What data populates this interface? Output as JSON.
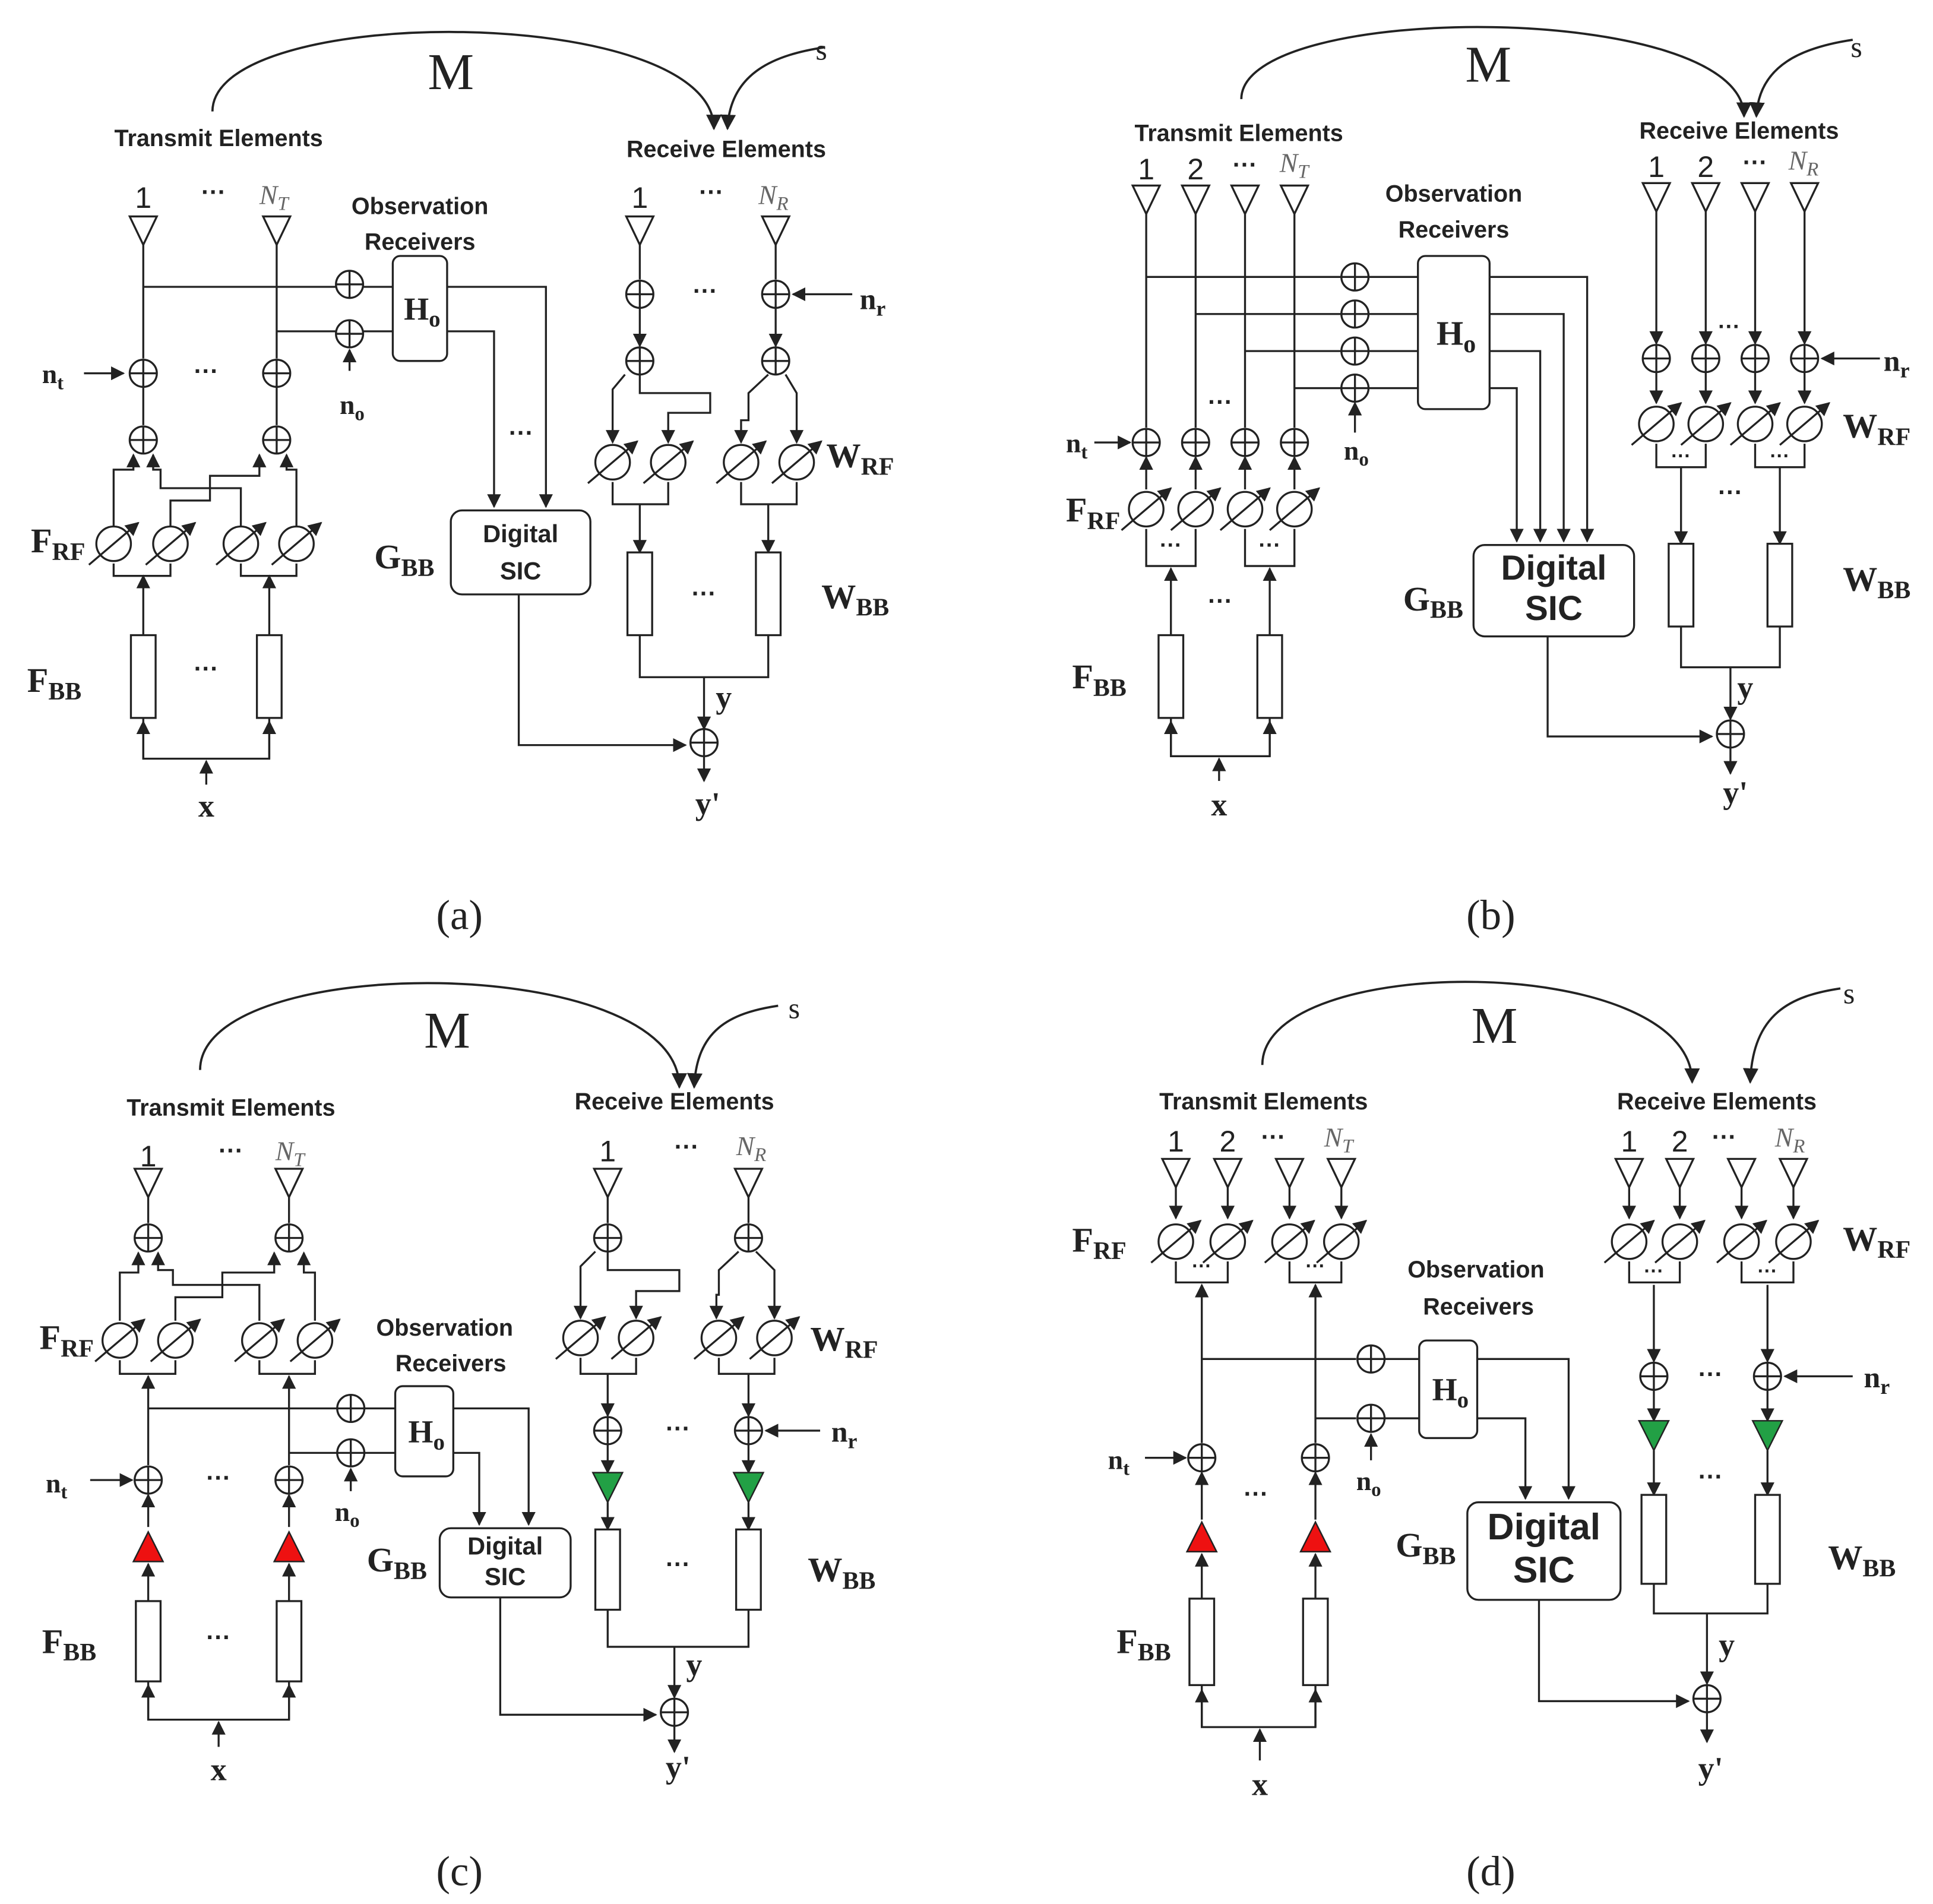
{
  "colors": {
    "line": "#222222",
    "tx_amp": "#ee1111",
    "rx_amp": "#22a045",
    "background": "#ffffff"
  },
  "labels": {
    "M": "M",
    "s": "s",
    "transmit": "Transmit Elements",
    "receive": "Receive Elements",
    "obs1": "Observation",
    "obs2": "Receivers",
    "ho": "H",
    "ho_sub": "o",
    "digital": "Digital",
    "sic": "SIC",
    "nt": "n",
    "nt_sub": "t",
    "no": "n",
    "no_sub": "o",
    "nr": "n",
    "nr_sub": "r",
    "frf": "F",
    "frf_sub": "RF",
    "fbb": "F",
    "fbb_sub": "BB",
    "wrf": "W",
    "wrf_sub": "RF",
    "wbb": "W",
    "wbb_sub": "BB",
    "gbb": "G",
    "gbb_sub": "BB",
    "x": "x",
    "y": "y",
    "yprime": "y'",
    "one": "1",
    "two": "2",
    "dots": "···",
    "NT": "N",
    "NT_sub": "T",
    "NR": "N",
    "NR_sub": "R"
  },
  "captions": [
    "(a)",
    "(b)",
    "(c)",
    "(d)"
  ],
  "icons": [
    "antenna-icon",
    "adder-icon",
    "phase-shifter-icon",
    "amplifier-icon",
    "arrow-icon"
  ]
}
